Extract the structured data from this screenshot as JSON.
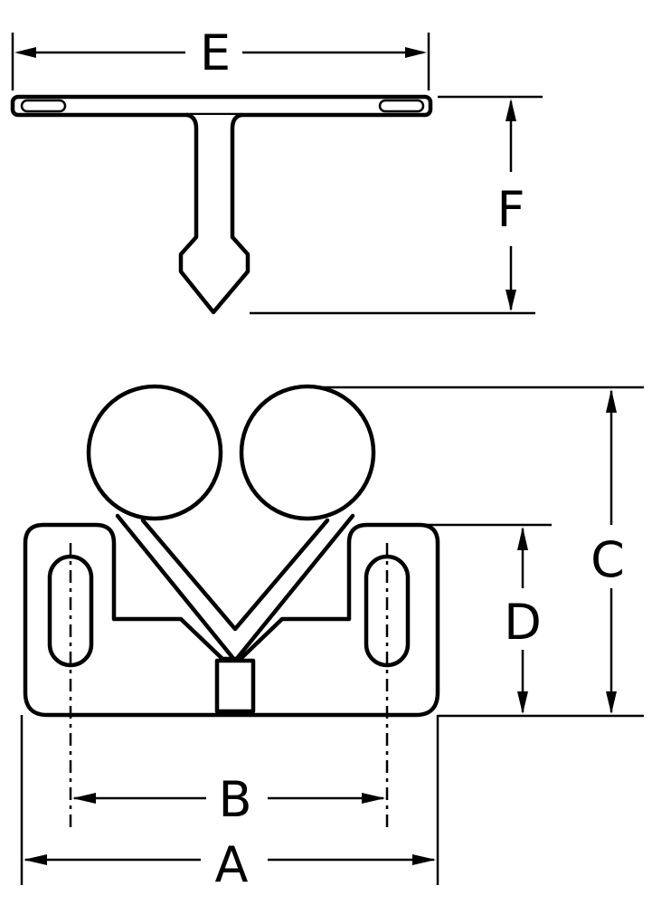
{
  "diagram": {
    "labels": {
      "A": "A",
      "B": "B",
      "C": "C",
      "D": "D",
      "E": "E",
      "F": "F"
    },
    "colors": {
      "line": "#000000",
      "background": "#ffffff"
    }
  }
}
